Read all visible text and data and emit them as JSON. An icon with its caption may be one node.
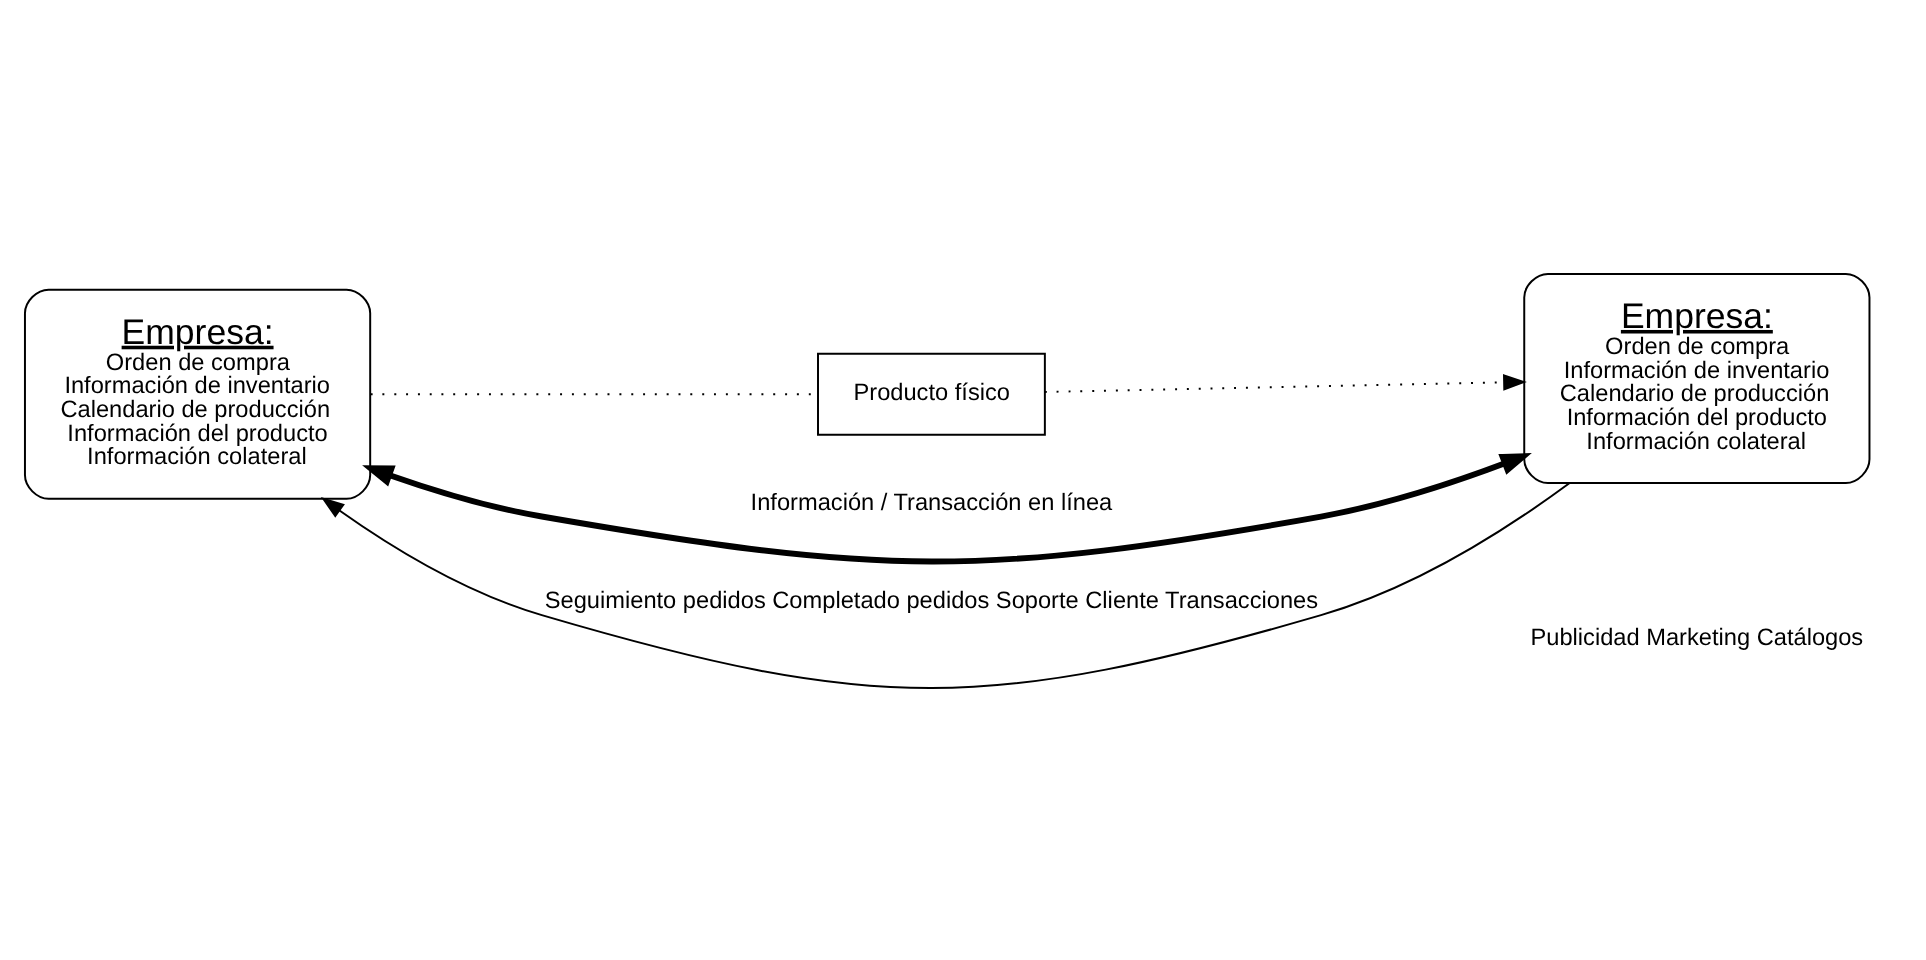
{
  "diagram": {
    "nodes": [
      {
        "text": [
          "Empresa:",
          "Orden de compra",
          "Información de inventario",
          "Calendario de producción",
          "Información del producto",
          "Información colateral"
        ]
      },
      {
        "text": [
          "Producto físico"
        ]
      },
      {
        "text": [
          "Empresa:",
          "Orden de compra",
          "Información de inventario",
          "Calendario de producción",
          "Información del producto",
          "Información colateral"
        ]
      }
    ],
    "edges": [
      {
        "from": 0,
        "to": 2,
        "arrow": "both",
        "label": "Información / Transacción en línea",
        "style": "thick"
      },
      {
        "from": 0,
        "to": 1,
        "arrow": "none",
        "style": "dashed"
      },
      {
        "from": 1,
        "to": 2,
        "arrow": "to",
        "style": "dashed"
      },
      {
        "from": 2,
        "to": 0,
        "arrow": "to",
        "label": "Seguimiento pedidos Completado pedidos Soporte Cliente Transacciones"
      }
    ],
    "labels": [
      "Publicidad Marketing Catálogos"
    ]
  }
}
